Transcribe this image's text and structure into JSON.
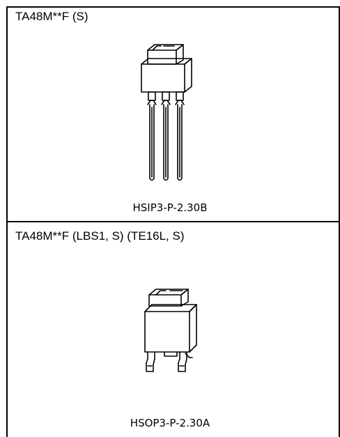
{
  "sections": [
    {
      "title": "TA48M**F (S)",
      "package_caption": "HSIP3-P-2.30B"
    },
    {
      "title": "TA48M**F (LBS1, S) (TE16L, S)",
      "package_caption": "HSOP3-P-2.30A"
    }
  ]
}
